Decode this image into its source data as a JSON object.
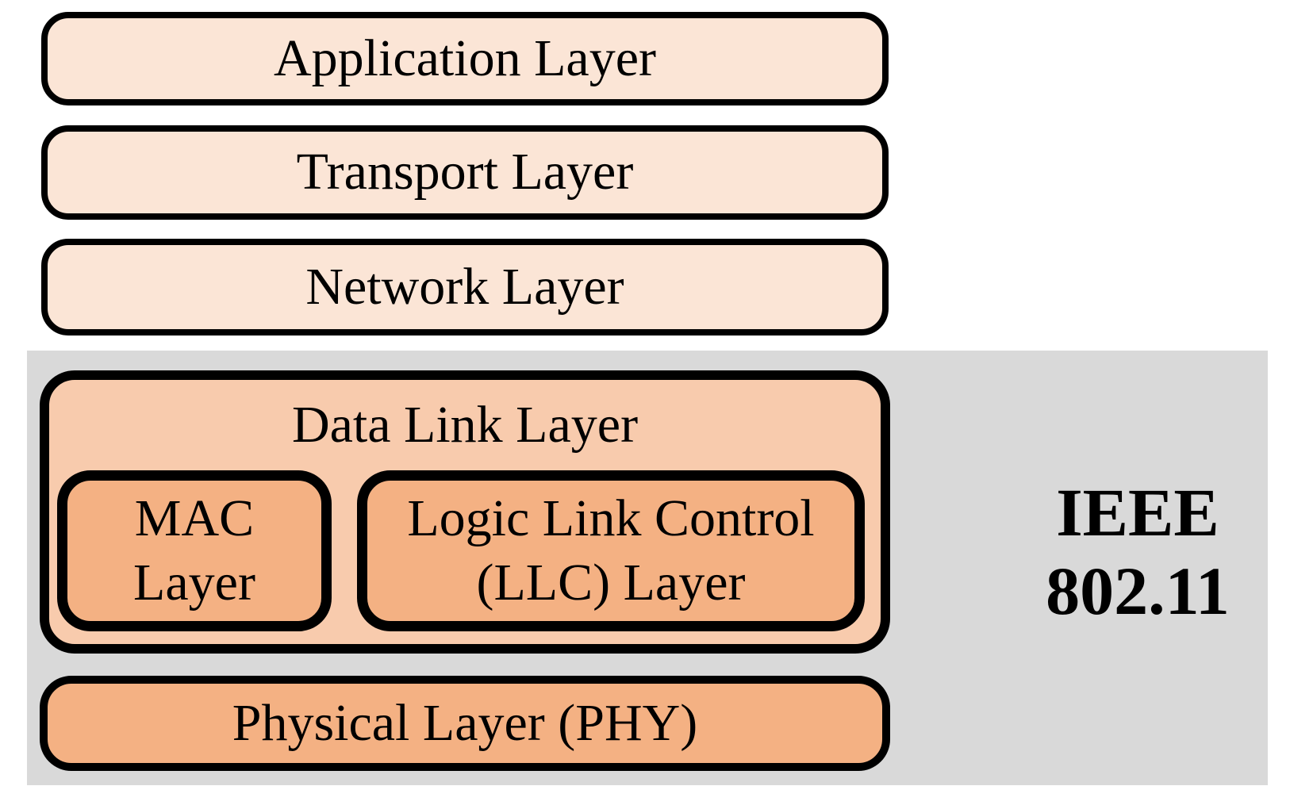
{
  "diagram": {
    "layers": {
      "application": {
        "label": "Application Layer"
      },
      "transport": {
        "label": "Transport Layer"
      },
      "network": {
        "label": "Network Layer"
      },
      "data_link": {
        "label": "Data Link Layer"
      },
      "mac": {
        "label": "MAC\nLayer"
      },
      "llc": {
        "label": "Logic Link Control\n(LLC) Layer"
      },
      "physical": {
        "label": "Physical Layer (PHY)"
      }
    },
    "standard": {
      "label": "IEEE\n802.11"
    },
    "colors": {
      "layer_light": "#FBE5D6",
      "layer_medium": "#F8CBAD",
      "layer_dark": "#F4B183",
      "highlight_region": "#D9D9D9",
      "border": "#000000",
      "background": "#FFFFFF"
    }
  }
}
